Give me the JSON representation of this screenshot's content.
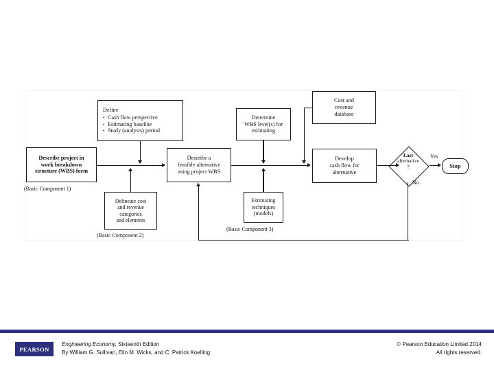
{
  "figure": {
    "nodes": {
      "describe_project": {
        "lines": [
          "Describe project in",
          "work breakdown",
          "structure (WBS) form"
        ]
      },
      "define": {
        "header": "Define",
        "bullets": [
          "Cash flow perspective",
          "Estimating baseline",
          "Study (analysis) period"
        ]
      },
      "delineate": {
        "lines": [
          "Delineate cost",
          "and revenue",
          "categories",
          "and elements"
        ]
      },
      "describe_alternative": {
        "lines": [
          "Describe a",
          "feasible alternative",
          "using project WBS"
        ]
      },
      "determine_wbs": {
        "lines": [
          "Determine",
          "WBS level(s) for",
          "estimating"
        ]
      },
      "estimating_techniques": {
        "lines": [
          "Estimating",
          "techniques",
          "(models)"
        ]
      },
      "cost_database": {
        "lines": [
          "Cost and",
          "revenue",
          "database"
        ]
      },
      "develop_cashflow": {
        "lines": [
          "Develop",
          "cash flow for",
          "alternative"
        ]
      },
      "decision": {
        "lines": [
          "Last",
          "alternative",
          "?"
        ]
      },
      "stop": {
        "label": "Stop"
      }
    },
    "captions": {
      "basic_component_1": "(Basic Component 1)",
      "basic_component_2": "(Basic Component 2)",
      "basic_component_3": "(Basic Component 3)"
    },
    "edge_labels": {
      "yes": "Yes",
      "no": "No"
    },
    "colors": {
      "stroke": "#1a1a1a",
      "background": "#ffffff"
    }
  },
  "footer": {
    "logo_wordmark": "PEARSON",
    "book_title": "Engineering Economy,",
    "book_edition": " Sixteenth Edition",
    "authors": "By William G. Sullivan, Elin M. Wicks, and C. Patrick Koelling",
    "copyright": "© Pearson Education Limited 2014",
    "rights": "All rights reserved.",
    "rule_color": "#2e3180",
    "logo_color": "#2b2f7c"
  }
}
